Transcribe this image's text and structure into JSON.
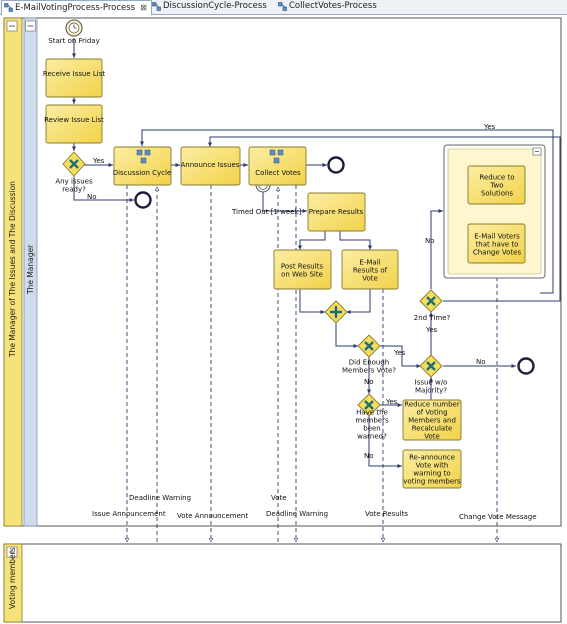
{
  "tabs": [
    {
      "label": "E-MailVotingProcess-Process",
      "active": true,
      "close": "⊠"
    },
    {
      "label": "DiscussionCycle-Process",
      "active": false
    },
    {
      "label": "CollectVotes-Process",
      "active": false
    }
  ],
  "pools": {
    "main_pool": "The Manager of The Issues and The Discussion",
    "main_lane": "The Manager",
    "bottom_pool": "Voting members"
  },
  "events": {
    "start": "Start on Friday",
    "timer_boundary": "Timed Out [1 week]"
  },
  "tasks": {
    "receive_issue_list": "Receive Issue List",
    "review_issue_list": "Review Issue List",
    "discussion_cycle": "Discussion Cycle",
    "announce_issues": "Announce Issues",
    "collect_votes": "Collect Votes",
    "prepare_results": "Prepare Results",
    "post_results": "Post Results on Web Site",
    "email_results": "E-Mail Results of Vote",
    "reduce_two_solutions": "Reduce to Two Solutions",
    "email_voters_change": "E-Mail Voters that have to Change Votes",
    "reduce_recalculate": "Reduce number of Voting Members and Recalculate Vote",
    "reannounce_vote": "Re-announce Vote with warning to voting members"
  },
  "gateways": {
    "any_issues_ready": "Any issues ready?",
    "enough_members_vote": "Did Enough Members Vote?",
    "issue_wo_majority": "Issue w/o Majority?",
    "second_time": "2nd Time?",
    "members_warned": "Have the members been warned?"
  },
  "flow_labels": {
    "yes": "Yes",
    "no": "No"
  },
  "message_flows": {
    "issue_announcement": "Issue Announcement",
    "deadline_warning_1": "Deadline Warning",
    "vote_announcement": "Vote Announcement",
    "vote": "Vote",
    "deadline_warning_2": "Deadline Warning",
    "vote_results": "Vote Results",
    "change_vote_message": "Change Vote Message"
  },
  "colors": {
    "task_fill": "#f7dd5e",
    "task_border": "#8a7a2a",
    "gateway_fill": "#f7dd5e",
    "gateway_mark": "#1c6f78",
    "lane_header": "#f5e27a",
    "lane_inner": "#cfdceb",
    "flow_line": "#2c3b6b",
    "tab_border": "#9aa9c2"
  }
}
